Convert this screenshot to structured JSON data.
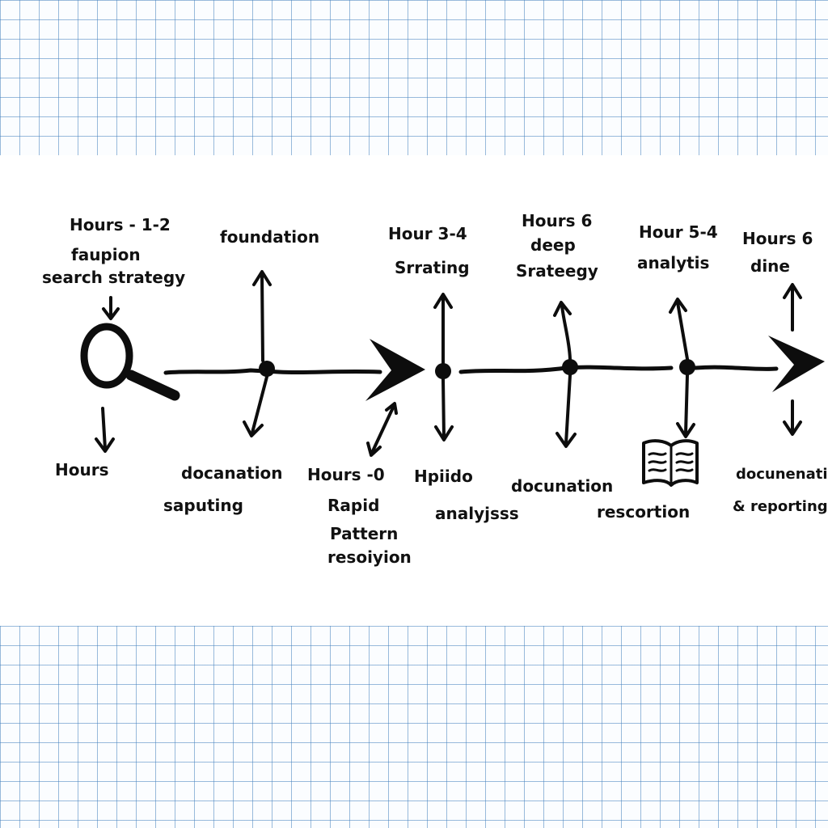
{
  "colors": {
    "ink": "#0d0d0d",
    "grid_line": "#4682be",
    "paper": "#ffffff"
  },
  "icons": [
    "magnifier-icon",
    "open-book-icon"
  ],
  "labels": {
    "start_top_1": "Hours - 1-2",
    "start_top_2": "faupion",
    "start_top_3": "search strategy",
    "start_bottom": "Hours",
    "n1_top": "foundation",
    "n1_bottom_1": "docanation",
    "n1_bottom_2": "saputing",
    "arrow1_bottom_1": "Hours -0",
    "arrow1_bottom_2": "Rapid",
    "arrow1_bottom_3": "Pattern",
    "arrow1_bottom_4": "resoiyion",
    "n2_top_1": "Hour 3-4",
    "n2_top_2": "Srrating",
    "n2_bottom_1": "Hpiido",
    "n2_bottom_2": "analyjsss",
    "n3_top_1": "Hours  6",
    "n3_top_2": "deep",
    "n3_top_3": "Srateegy",
    "n3_bottom": "docunation",
    "n4_top_1": "Hour 5-4",
    "n4_top_2": "analytis",
    "n4_bottom": "rescortion",
    "end_top_1": "Hours 6",
    "end_top_2": "dine",
    "end_bottom_1": "docunenatio",
    "end_bottom_2": "& reporting"
  }
}
